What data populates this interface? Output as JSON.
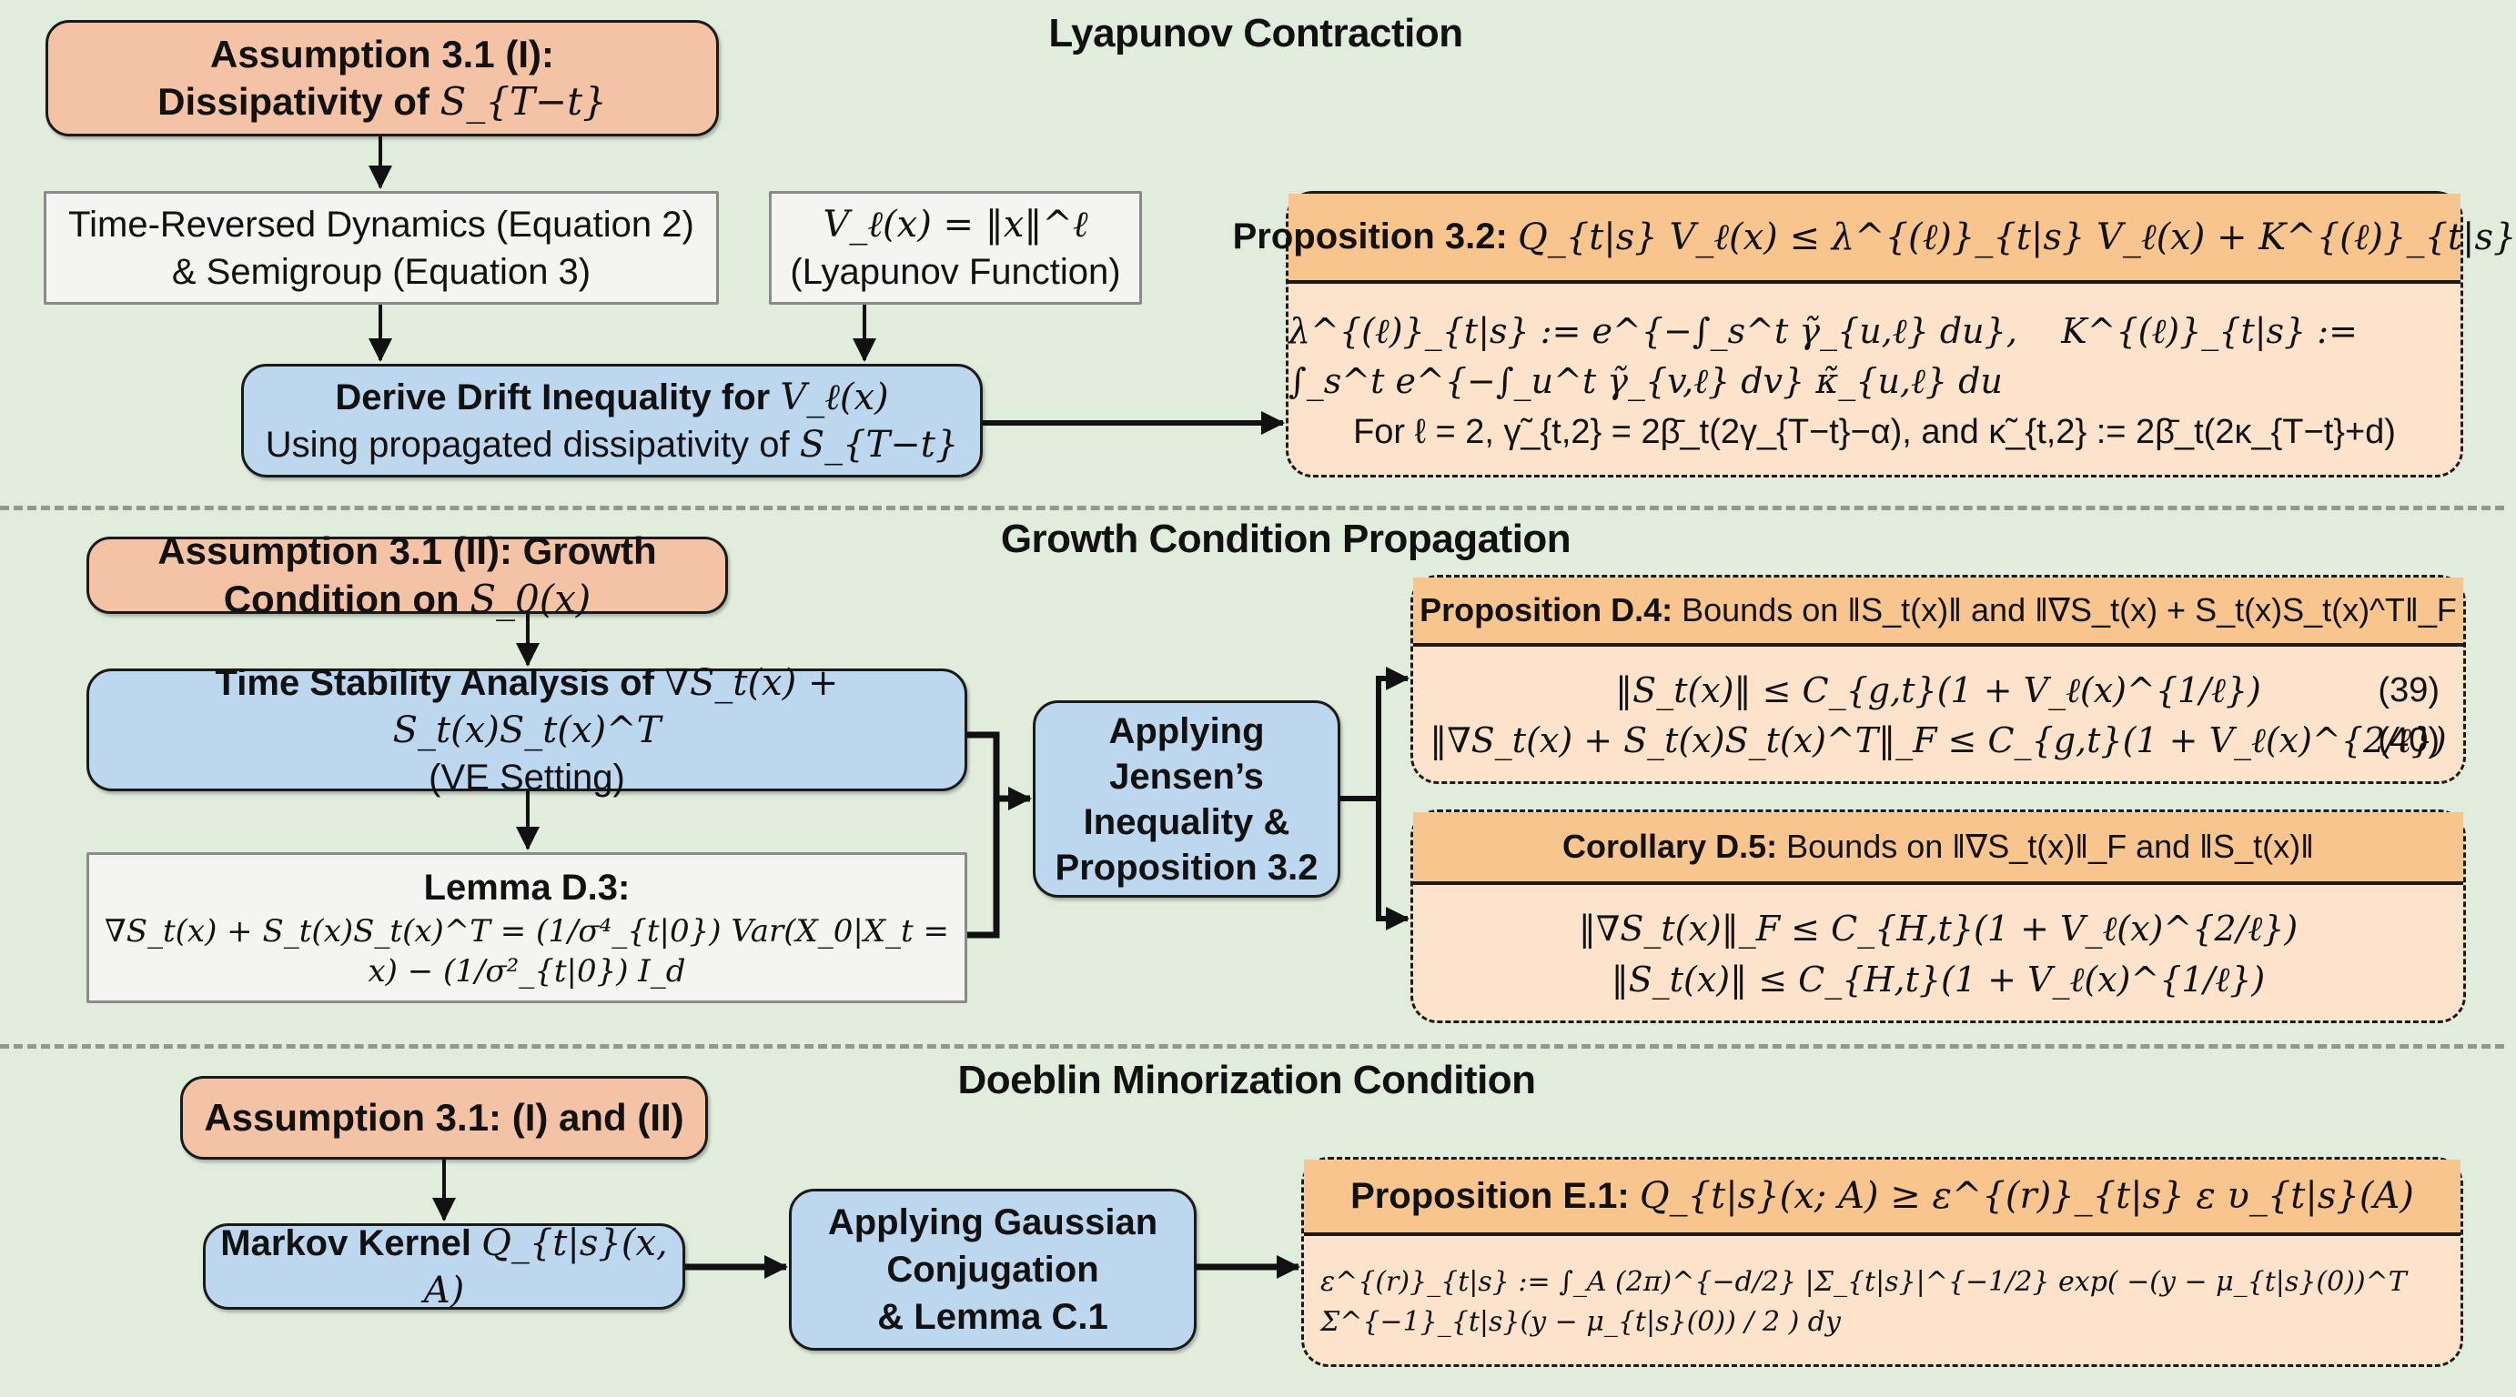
{
  "sections": [
    {
      "title": "Lyapunov Contraction"
    },
    {
      "title": "Growth Condition Propagation"
    },
    {
      "title": "Doeblin Minorization Condition"
    }
  ],
  "lyapunov": {
    "assumption": {
      "line1": "Assumption 3.1 (I):",
      "line2_text": "Dissipativity of ",
      "line2_math": "S_{T−t}"
    },
    "time_reversed": {
      "line1": "Time-Reversed Dynamics (Equation 2)",
      "line2": "& Semigroup (Equation 3)"
    },
    "lyapunov_fn": {
      "formula": "V_ℓ(x) = ‖x‖^ℓ",
      "caption": "(Lyapunov Function)"
    },
    "derive": {
      "line1_text": "Derive Drift Inequality for ",
      "line1_math": "V_ℓ(x)",
      "line2_text": "Using propagated dissipativity of ",
      "line2_math": "S_{T−t}"
    },
    "proposition": {
      "label": "Proposition 3.2:",
      "statement": "Q_{t|s} V_ℓ(x) ≤ λ^{(ℓ)}_{t|s} V_ℓ(x) + K^{(ℓ)}_{t|s}",
      "def_lambda": "λ^{(ℓ)}_{t|s} := e^{−∫_s^t γ̃_{u,ℓ} du},",
      "def_K": "K^{(ℓ)}_{t|s} := ∫_s^t e^{−∫_u^t γ̃_{v,ℓ} dv} κ̃_{u,ℓ} du",
      "note": "For ℓ = 2, γ̃_{t,2} = 2β̄_t(2γ_{T−t}−α), and κ̃_{t,2} := 2β̄_t(2κ_{T−t}+d)"
    }
  },
  "growth": {
    "assumption": {
      "text": "Assumption 3.1 (II): Growth Condition on ",
      "math": "S_0(x)"
    },
    "stability": {
      "line1_text": "Time Stability Analysis of ",
      "line1_math": "∇S_t(x) + S_t(x)S_t(x)^T",
      "line2": "(VE Setting)"
    },
    "lemma": {
      "title": "Lemma D.3:",
      "formula": "∇S_t(x) + S_t(x)S_t(x)^T = (1/σ⁴_{t|0}) Var(X_0|X_t = x) − (1/σ²_{t|0}) I_d"
    },
    "jensen": {
      "lines": [
        "Applying",
        "Jensen’s",
        "Inequality &",
        "Proposition 3.2"
      ]
    },
    "prop_d4": {
      "label": "Proposition D.4:",
      "title": "Bounds on ‖S_t(x)‖ and ‖∇S_t(x) + S_t(x)S_t(x)^T‖_F",
      "equations": [
        {
          "formula": "‖S_t(x)‖ ≤ C_{g,t}(1 + V_ℓ(x)^{1/ℓ})",
          "number": "(39)"
        },
        {
          "formula": "‖∇S_t(x) + S_t(x)S_t(x)^T‖_F ≤ C_{g,t}(1 + V_ℓ(x)^{2/ℓ})",
          "number": "(40)"
        }
      ]
    },
    "cor_d5": {
      "label": "Corollary D.5:",
      "title": "Bounds on ‖∇S_t(x)‖_F and ‖S_t(x)‖",
      "equations": [
        "‖∇S_t(x)‖_F ≤ C_{H,t}(1 + V_ℓ(x)^{2/ℓ})",
        "‖S_t(x)‖ ≤ C_{H,t}(1 + V_ℓ(x)^{1/ℓ})"
      ]
    }
  },
  "doeblin": {
    "assumption": {
      "text": "Assumption 3.1: (I) and (II)"
    },
    "markov": {
      "text": "Markov Kernel ",
      "math": "Q_{t|s}(x, A)"
    },
    "gaussian": {
      "lines": [
        "Applying Gaussian",
        "Conjugation",
        "& Lemma C.1"
      ]
    },
    "prop_e1": {
      "label": "Proposition E.1:",
      "statement": "Q_{t|s}(x; A) ≥ ε^{(r)}_{t|s} ε υ_{t|s}(A)",
      "formula": "ε^{(r)}_{t|s} := ∫_A (2π)^{−d/2} |Σ_{t|s}|^{−1/2} exp( −(y − μ_{t|s}(0))^T Σ^{−1}_{t|s}(y − μ_{t|s}(0)) / 2 ) dy"
    }
  },
  "colors": {
    "background": "#e0ecdc",
    "assumption_fill": "#f4c3a5",
    "process_fill": "#bdd7ee",
    "input_fill": "#f4f4f2",
    "result_header": "#f7c58d",
    "result_body": "#fde2cc"
  }
}
